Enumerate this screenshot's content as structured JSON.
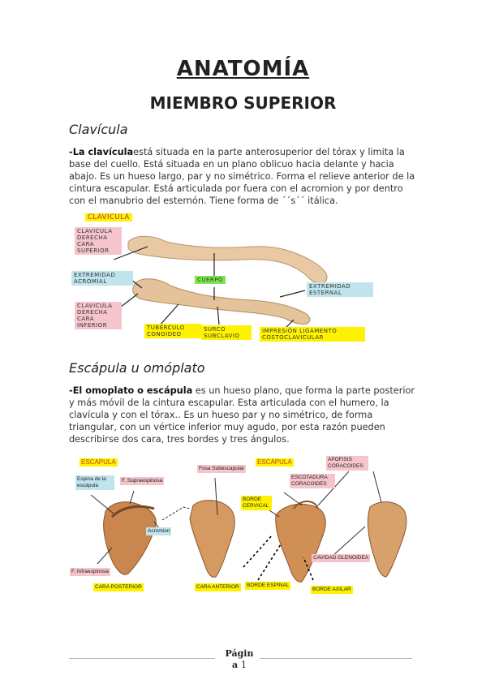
{
  "title": "ANATOMÍA",
  "subtitle": "MIEMBRO SUPERIOR",
  "clavicula": {
    "heading": "Clavícula",
    "lead": "-La clavícula",
    "text": "está situada en la parte anterosuperior del tórax y limita la base del cuello. Está situada en un plano oblicuo hacia delante y hacia abajo. Es un hueso largo, par y no simétrico. Forma el relieve anterior de la cintura escapular. Está articulada por fuera con el acromion y por dentro con el manubrio del esternón. Tiene forma de ´´s´´ itálica.",
    "figure": {
      "title": "CLAVICULA",
      "labels": {
        "sup": "CLAVICULA DERECHA CARA SUPERIOR",
        "acromial": "EXTREMIDAD ACROMIAL",
        "cuerpo": "CUERPO",
        "esternal": "EXTREMIDAD ESTERNAL",
        "inf": "CLAVICULA DERECHA CARA INFERIOR",
        "conoideo": "TUBERCULO CONOIDEO",
        "subclavio": "SURCO SUBCLAVIO",
        "impresion": "IMPRESIÓN LIGAMENTO COSTOCLAVICULAR"
      }
    }
  },
  "escapula": {
    "heading": "Escápula u omóplato",
    "lead": "-El omoplato o escápula",
    "text": " es un hueso plano, que forma la parte posterior y más móvil de la cintura escapular. Esta articulada con el humero, la clavícula y con el tórax.. Es un hueso par y no simétrico, de forma triangular, con un vértice inferior muy agudo, por esta razón pueden describirse dos cara, tres bordes y tres ángulos.",
    "figure": {
      "title_left": "ESCAPULA",
      "title_right": "ESCÁPULA",
      "labels": {
        "espina": "Espina de la escápula",
        "supra": "F. Supraespinosa",
        "acromion": "Acromion",
        "infra": "F. Infraespinosa",
        "posterior": "CARA POSTERIOR",
        "subescap": "Fosa Subescapular",
        "anterior": "CARA ANTERIOR",
        "escotadura": "ESCOTADURA CORACOIDES",
        "apofisis": "APOFISIS CORACOIDES",
        "cervical": "BORDE CERVICAL",
        "glenoidea": "CAVIDAD GLENOIDEA",
        "espinal": "BORDE ESPINAL",
        "axilar": "BORDE AXILAR"
      }
    }
  },
  "footer": {
    "page_label": "Págin",
    "page_label2": "a",
    "page_number": "1"
  }
}
